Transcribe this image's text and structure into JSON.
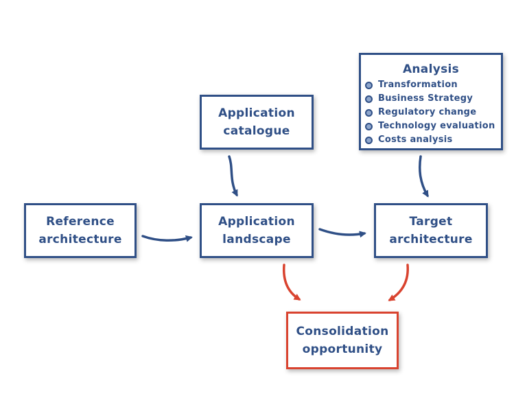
{
  "boxes": {
    "catalogue": {
      "line1": "Application",
      "line2": "catalogue"
    },
    "analysis": {
      "title": "Analysis",
      "items": [
        "Transformation",
        "Business Strategy",
        "Regulatory change",
        "Technology evaluation",
        "Costs analysis"
      ]
    },
    "reference": {
      "line1": "Reference",
      "line2": "architecture"
    },
    "landscape": {
      "line1": "Application",
      "line2": "landscape"
    },
    "target": {
      "line1": "Target",
      "line2": "architecture"
    },
    "consolidation": {
      "line1": "Consolidation",
      "line2": "opportunity"
    }
  },
  "colors": {
    "blue": "#2f4f86",
    "red": "#d9432f"
  }
}
